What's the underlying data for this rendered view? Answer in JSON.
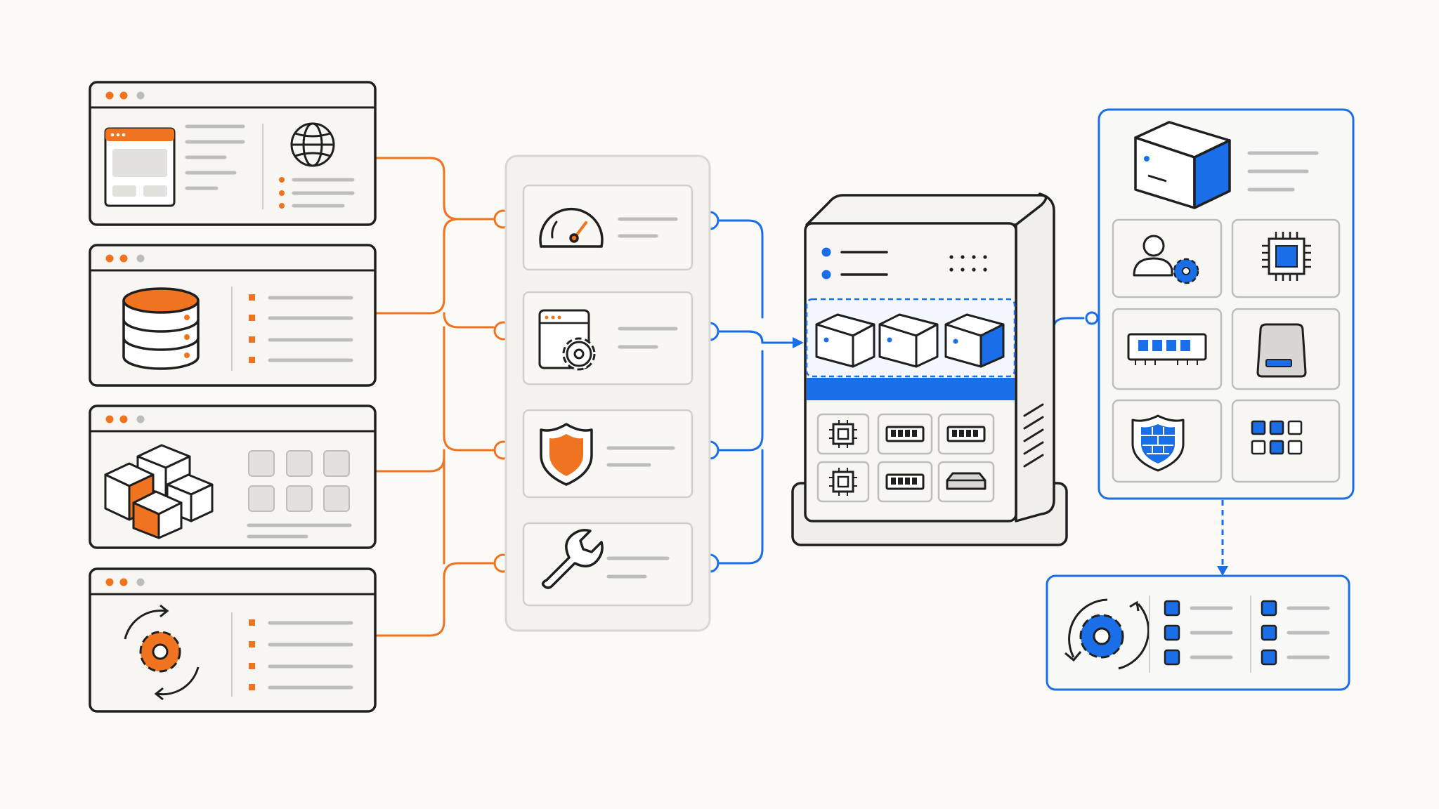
{
  "colors": {
    "background": "#fbfaf6",
    "ink": "#1f1f1f",
    "accent_orange": "#f0731f",
    "accent_blue": "#1a6fe8",
    "neutral_gray": "#bdbdbd",
    "panel_fill": "#f3f2ee",
    "card_fill": "#f7f6f2"
  },
  "left_windows": [
    {
      "name": "web-app-window",
      "icon": "globe-icon",
      "illustration": "browser-page-icon"
    },
    {
      "name": "database-window",
      "icon": "database-icon"
    },
    {
      "name": "containers-window",
      "icon": "stacked-cubes-icon"
    },
    {
      "name": "automation-window",
      "icon": "gear-sync-icon"
    }
  ],
  "service_panel": {
    "items": [
      {
        "name": "performance-item",
        "icon": "speedometer-icon"
      },
      {
        "name": "configuration-item",
        "icon": "settings-window-icon"
      },
      {
        "name": "security-item",
        "icon": "shield-icon"
      },
      {
        "name": "maintenance-item",
        "icon": "wrench-icon"
      }
    ]
  },
  "server": {
    "vm_slots": [
      "cube-icon",
      "cube-icon",
      "cube-icon"
    ],
    "hardware_slots": [
      "cpu-chip-icon",
      "ram-module-icon",
      "ram-module-icon",
      "cpu-chip-icon",
      "ram-module-icon",
      "disk-drive-icon"
    ]
  },
  "resource_panel": {
    "header_icon": "cube-icon",
    "tiles": [
      "user-settings-icon",
      "cpu-chip-icon",
      "ram-module-icon",
      "storage-drive-icon",
      "shield-firewall-icon",
      "app-grid-icon"
    ]
  },
  "automation_panel": {
    "icon": "gear-sync-icon"
  }
}
